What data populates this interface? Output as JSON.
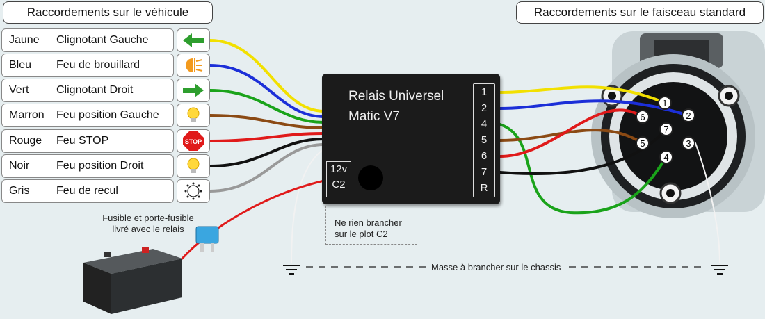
{
  "titles": {
    "left": "Raccordements sur le véhicule",
    "right": "Raccordements sur le faisceau standard"
  },
  "vehicle_connections": [
    {
      "color_name": "Jaune",
      "function": "Clignotant Gauche",
      "icon": "arrow-left-icon",
      "wire_color": "#f2e000",
      "relay_pin": "1"
    },
    {
      "color_name": "Bleu",
      "function": "Feu de brouillard",
      "icon": "fog-light-icon",
      "wire_color": "#1c2fd8",
      "relay_pin": "2"
    },
    {
      "color_name": "Vert",
      "function": "Clignotant Droit",
      "icon": "arrow-right-icon",
      "wire_color": "#1aa31a",
      "relay_pin": "4"
    },
    {
      "color_name": "Marron",
      "function": "Feu position Gauche",
      "icon": "bulb-icon",
      "wire_color": "#8b4a14",
      "relay_pin": "5"
    },
    {
      "color_name": "Rouge",
      "function": "Feu STOP",
      "icon": "stop-sign-icon",
      "wire_color": "#e01a1a",
      "relay_pin": "6"
    },
    {
      "color_name": "Noir",
      "function": "Feu position Droit",
      "icon": "bulb-icon",
      "wire_color": "#111111",
      "relay_pin": "7"
    },
    {
      "color_name": "Gris",
      "function": "Feu de recul",
      "icon": "reverse-light-icon",
      "wire_color": "#999999",
      "relay_pin": "R"
    }
  ],
  "stop_label": "STOP",
  "relay": {
    "name_line1": "Relais Universel",
    "name_line2": "Matic V7",
    "pins": [
      "1",
      "2",
      "4",
      "5",
      "6",
      "7",
      "R"
    ],
    "power_pin": "12v",
    "c2_pin": "C2"
  },
  "socket_pins": [
    "1",
    "2",
    "3",
    "4",
    "5",
    "6",
    "7"
  ],
  "notes": {
    "c2": "Ne rien brancher sur le plot C2",
    "fuse_line1": "Fusible et porte-fusible",
    "fuse_line2": "livré avec le relais",
    "ground": "Masse à brancher sur le chassis"
  }
}
